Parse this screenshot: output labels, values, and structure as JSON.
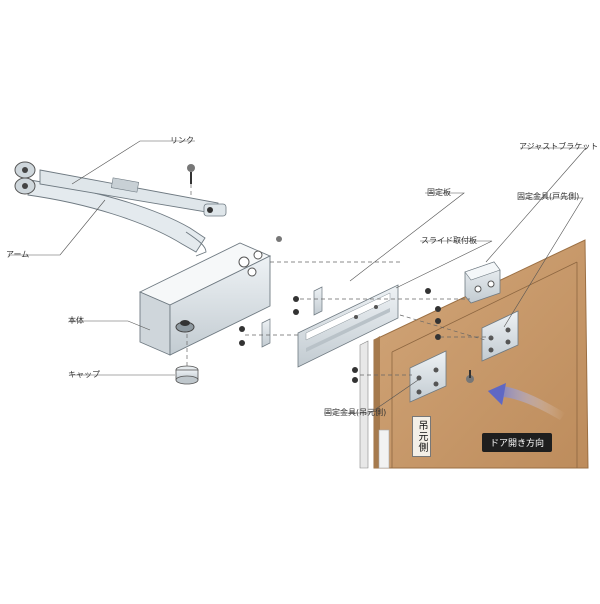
{
  "labels": {
    "link": "リンク",
    "arm": "アーム",
    "body": "本体",
    "cap": "キャップ",
    "fixed_plate": "固定板",
    "slide_plate": "スライド取付板",
    "adjust_bracket": "アジャストブラケット",
    "fixing_door_side": "固定金具(戸先側)",
    "fixing_hinge_side": "固定金具(吊元側)",
    "hinge_side_mark": "吊元側",
    "door_open_direction": "ドア開き方向"
  },
  "colors": {
    "door": "#c79a6c",
    "door_edge": "#a77848",
    "metal": "#dfe5e9",
    "metal_dark": "#a9b3ba",
    "line": "#555555",
    "arrow": "#6f78c9"
  }
}
